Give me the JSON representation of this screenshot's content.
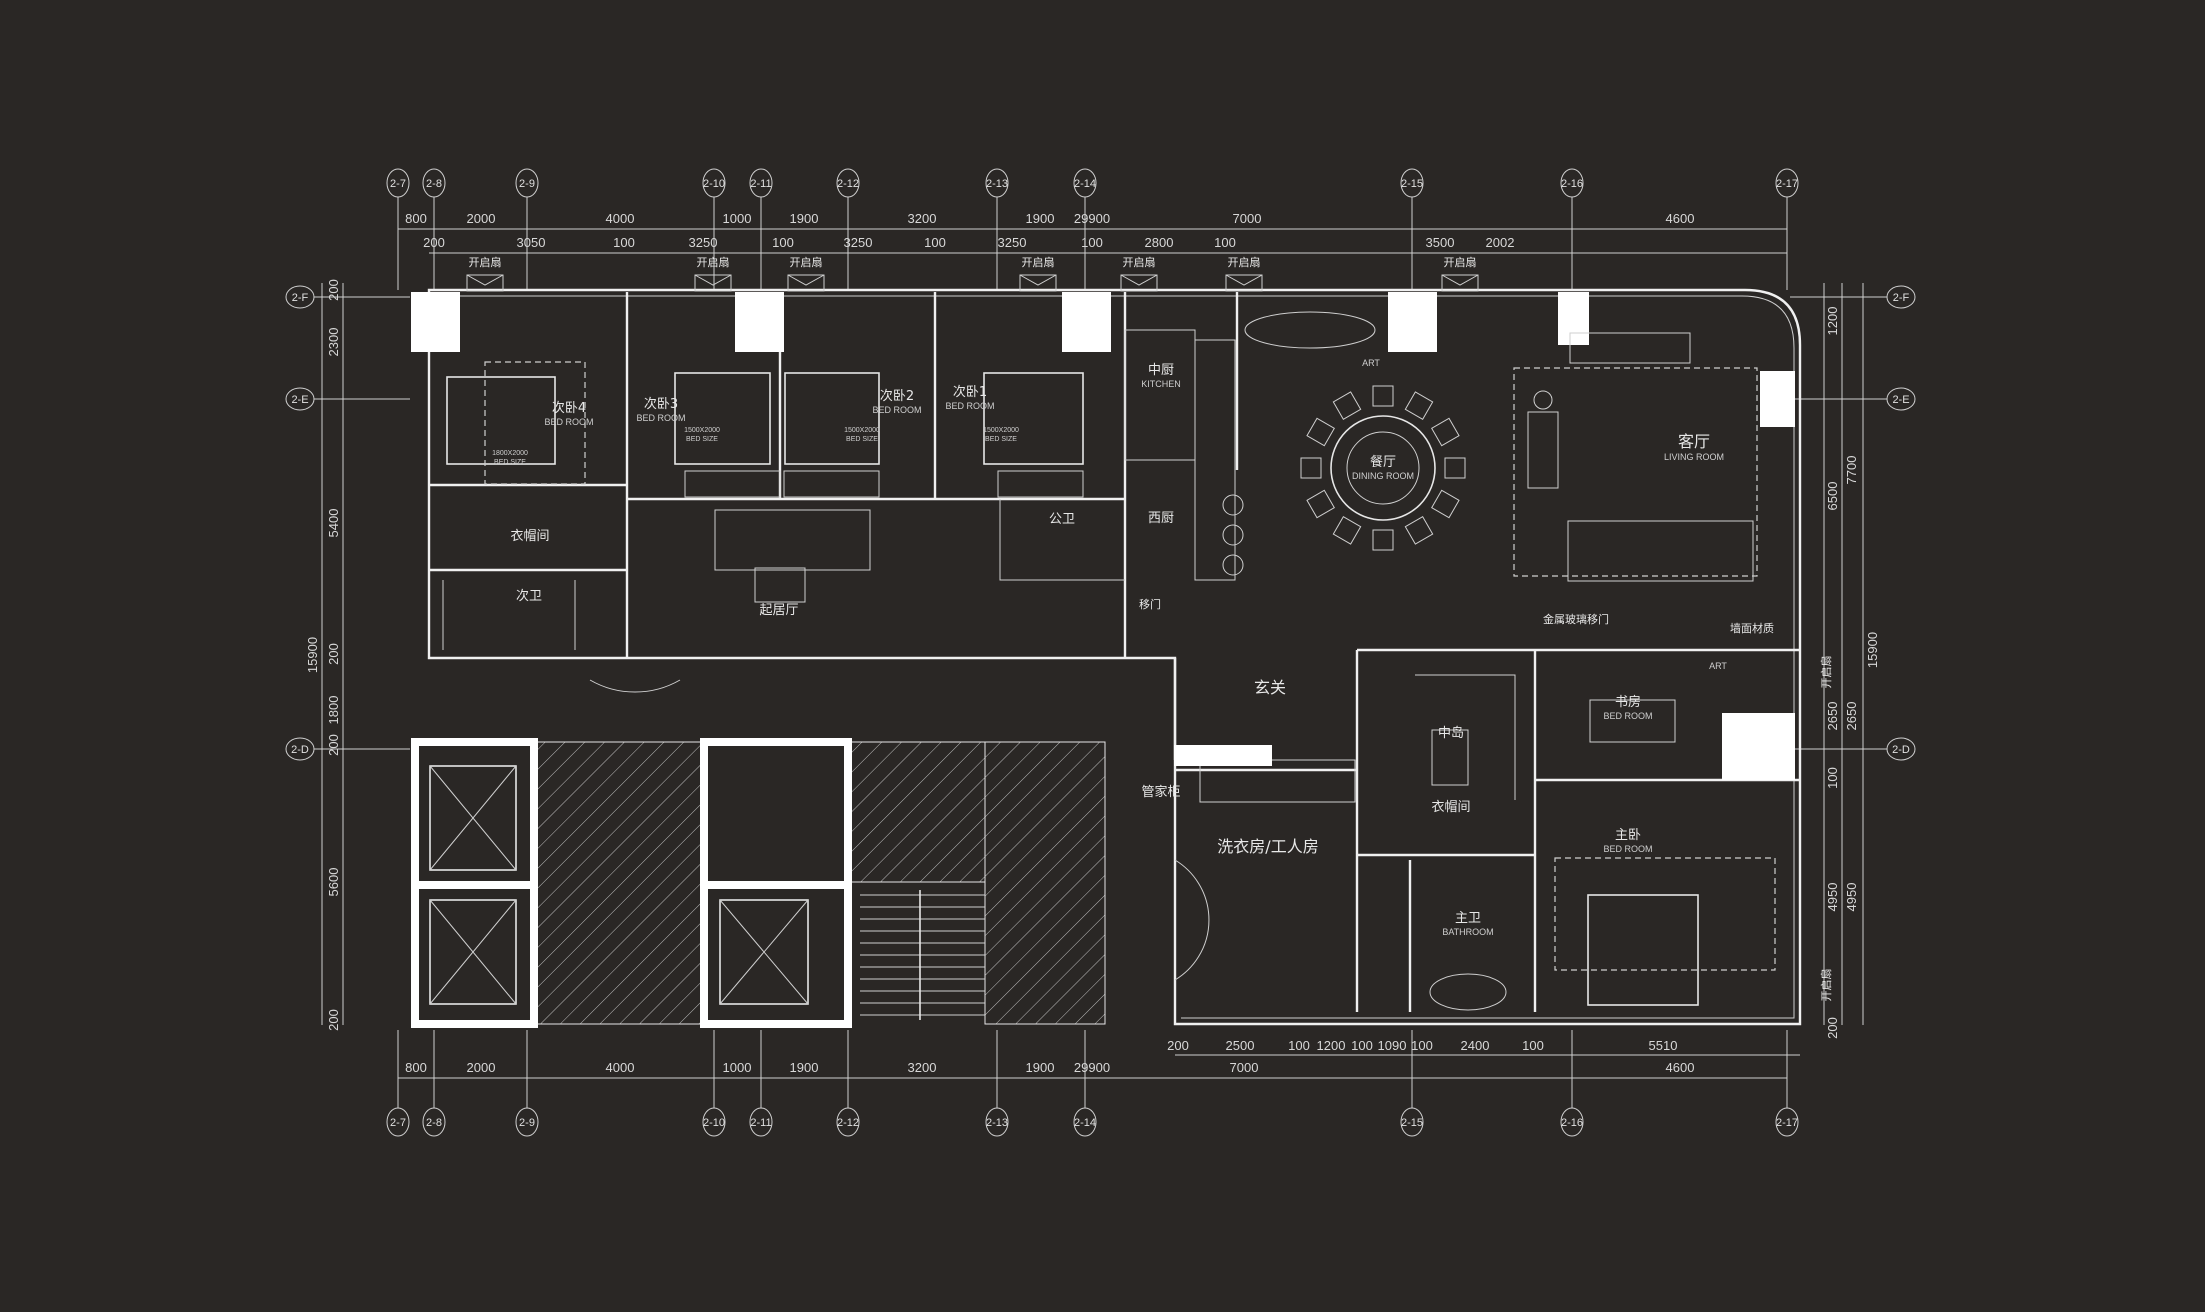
{
  "grid_axes": {
    "columns": [
      "2-7",
      "2-8",
      "2-9",
      "2-10",
      "2-11",
      "2-12",
      "2-13",
      "2-14",
      "2-15",
      "2-16",
      "2-17"
    ],
    "rows": [
      "2-F",
      "2-E",
      "2-D"
    ]
  },
  "dimensions": {
    "top_outer": [
      "800",
      "2000",
      "4000",
      "1000",
      "1900",
      "3200",
      "1900",
      "29900",
      "7000",
      "4600"
    ],
    "top_inner": [
      "200",
      "3050",
      "100",
      "3250",
      "100",
      "3250",
      "100",
      "3250",
      "100",
      "2800",
      "100",
      "3500",
      "2002"
    ],
    "bottom_left": [
      "800",
      "2000",
      "4000",
      "1000",
      "1900",
      "3200",
      "1900",
      "29900"
    ],
    "bottom_right_inner": [
      "200",
      "2500",
      "100",
      "1200",
      "100",
      "1090",
      "100",
      "2400",
      "100",
      "5510"
    ],
    "bottom_right_outer": [
      "7000",
      "4600"
    ],
    "left": [
      "200",
      "2300",
      "5400",
      "15900",
      "200",
      "1800",
      "200",
      "5600",
      "200"
    ],
    "right": [
      "1200",
      "7700",
      "6500",
      "15900",
      "2650",
      "2650",
      "100",
      "4950",
      "4950",
      "200"
    ]
  },
  "rooms": [
    {
      "name": "次卧4",
      "sub": "BED ROOM"
    },
    {
      "name": "次卧3",
      "sub": "BED ROOM"
    },
    {
      "name": "次卧2",
      "sub": "BED ROOM"
    },
    {
      "name": "次卧1",
      "sub": "BED ROOM"
    },
    {
      "name": "中厨",
      "sub": "KITCHEN"
    },
    {
      "name": "餐厅",
      "sub": "DINING ROOM"
    },
    {
      "name": "客厅",
      "sub": "LIVING ROOM"
    },
    {
      "name": "西厨"
    },
    {
      "name": "公卫"
    },
    {
      "name": "衣帽间"
    },
    {
      "name": "次卫"
    },
    {
      "name": "起居厅"
    },
    {
      "name": "玄关"
    },
    {
      "name": "书房",
      "sub": "BED ROOM"
    },
    {
      "name": "中岛"
    },
    {
      "name": "衣帽间"
    },
    {
      "name": "管家柜"
    },
    {
      "name": "洗衣房/工人房"
    },
    {
      "name": "主卧",
      "sub": "BED ROOM"
    },
    {
      "name": "主卫",
      "sub": "BATHROOM"
    }
  ],
  "annotations": {
    "sliding_door": "移门",
    "metal_glass_sliding_door": "金属玻璃移门",
    "wall_material": "墙面材质",
    "art": [
      "ART",
      "ART"
    ],
    "casement_window": [
      "开启扇",
      "开启扇",
      "开启扇",
      "开启扇",
      "开启扇",
      "开启扇",
      "开启扇",
      "开启扇",
      "开启扇"
    ],
    "bed_sizes": [
      {
        "size": "1800X2000",
        "label": "BED SIZE"
      },
      {
        "size": "1500X2000",
        "label": "BED SIZE"
      },
      {
        "size": "1500X2000",
        "label": "BED SIZE"
      },
      {
        "size": "1500X2000",
        "label": "BED SIZE"
      }
    ]
  },
  "colors": {
    "background": "#2a2725",
    "linework": "#e6e6e6",
    "columns": "#ffffff"
  }
}
